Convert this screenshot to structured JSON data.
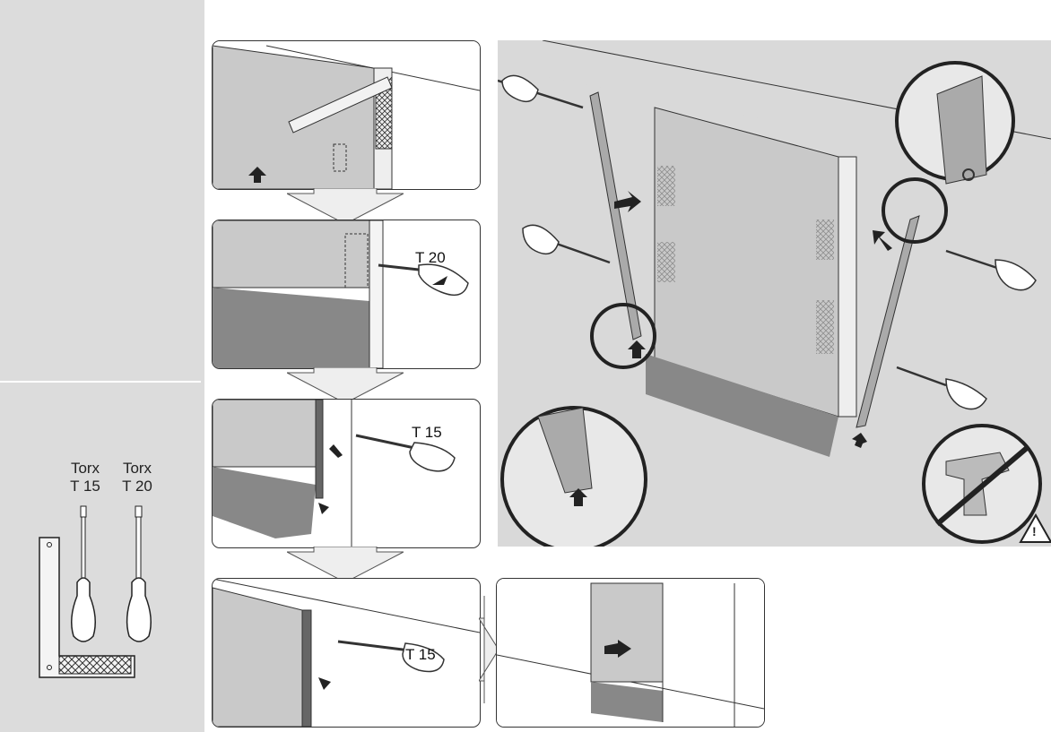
{
  "tools": {
    "torx15": {
      "line1": "Torx",
      "line2": "T 15"
    },
    "torx20": {
      "line1": "Torx",
      "line2": "T 20"
    }
  },
  "steps": [
    {
      "label": ""
    },
    {
      "label": "T 20"
    },
    {
      "label": "T 15"
    },
    {
      "label": "T 15"
    }
  ],
  "warning_symbol": "!",
  "icons": [
    "square-ruler-icon",
    "screwdriver-icon",
    "arrow-icon",
    "drill-prohibited-icon",
    "warning-icon"
  ]
}
